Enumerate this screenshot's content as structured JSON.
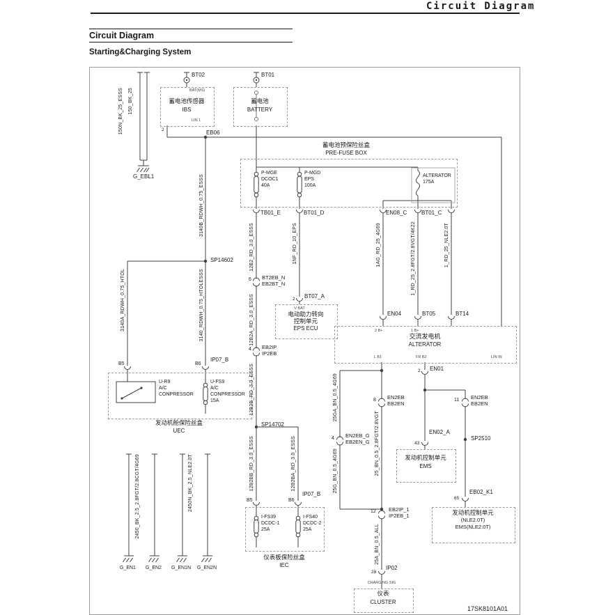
{
  "header": {
    "page_title": "Circuit Diagram",
    "section_title": "Circuit Diagram",
    "subsection_title": "Starting&Charging System"
  },
  "footer": {
    "doc_number": "17SK8101A01"
  },
  "colors": {
    "wire": "#3f3f3f",
    "box_border": "#8f9dac",
    "text": "#1a1a1a"
  },
  "boxes": {
    "ibs": {
      "cn": "蓄电池传感器",
      "en": "IBS",
      "pin_top": "BAT(MS)",
      "pin2": "2",
      "pin_lin": "LIN 1"
    },
    "battery": {
      "cn": "蓄电池",
      "en": "BATTERY"
    },
    "prefuse": {
      "cn": "蓄电池预保险丝盒",
      "en": "PRE-FUSE BOX"
    },
    "eps": {
      "pin": "V BAT",
      "l1": "电动助力转向",
      "l2": "控制单元",
      "l3": "EPS ECU"
    },
    "uec": {
      "cn": "发动机舱保险丝盒",
      "en": "UEC"
    },
    "alternator": {
      "cn": "交流发电机",
      "en": "ALTERATOR",
      "pin_2b": "2 B+",
      "pin_1b": "1 B+",
      "pin_l": "L B1",
      "pin_fr": "FR B2",
      "pin_lin": "LIN IN"
    },
    "ems": {
      "l1": "发动机控制单元",
      "l2": "EMS"
    },
    "ems_nle": {
      "l1": "发动机控制单元",
      "l2": "(NLE2.0T)",
      "l3": "EMS(NLE2.0T)"
    },
    "cluster": {
      "cn": "仪表",
      "en": "CLUSTER",
      "signal": "CHARGING SIG"
    },
    "iec": {
      "cn": "仪表板保险丝盒",
      "en": "IEC"
    }
  },
  "fuses": {
    "dcoc1": [
      "P-MGE",
      "DCOC1",
      "40A"
    ],
    "eps": [
      "P-MGD",
      "EPS",
      "100A"
    ],
    "alternator": [
      "ALTERATOR",
      "175A"
    ],
    "ur9": [
      "U-R9",
      "A/C",
      "CONPRESSOR"
    ],
    "ufs9": [
      "U-FS9",
      "A/C",
      "CONPRESSOR",
      "15A"
    ],
    "ifs39": [
      "I-FS39",
      "DCDC-1",
      "25A"
    ],
    "ifs40": [
      "I-FS40",
      "DCDC-2",
      "25A"
    ]
  },
  "connectors": {
    "bt02": "BT02",
    "bt01": "BT01",
    "eb06": "EB06",
    "tb01_e": "TB01_E",
    "bt01_d": "BT01_D",
    "en08_c": "EN08_C",
    "bt01_c": "BT01_C",
    "bt07_a": "BT07_A",
    "bt07_pin": "2",
    "en04": "EN04",
    "bt05": "BT05",
    "bt14": "BT14",
    "en01": "EN01",
    "en01_pin": "2",
    "en02_a": "EN02_A",
    "en02_pin": "43",
    "eb02_k1": "EB02_K1",
    "eb02_pin": "65",
    "ip02": "IP02",
    "ip02_pin": "28",
    "ip07_b_top": "IP07_B",
    "ip07_b_bottom": "IP07_B",
    "b5_uec": "B5",
    "b6_uec": "B6",
    "b5_iec": "B5",
    "b6_iec": "B6"
  },
  "nodes": {
    "n6": {
      "no": "6",
      "top": "BT2EB_N",
      "bottom": "EB2BT_N"
    },
    "n4ip": {
      "no": "4",
      "top": "EB2IP",
      "bottom": "IP2EB"
    },
    "n8": {
      "no": "8",
      "top": "EN2EB",
      "bottom": "EB2EN"
    },
    "n11": {
      "no": "11",
      "top": "EN2EB",
      "bottom": "EB2EN"
    },
    "n4g": {
      "no": "4",
      "top": "EN2EB_G",
      "bottom": "EB2EN_G"
    },
    "n12": {
      "no": "12",
      "top": "EB2IP_1",
      "bottom": "IP2EB_1"
    }
  },
  "splices": {
    "sp14602": "SP14602",
    "sp14702": "SP14702",
    "sp2510": "SP2510"
  },
  "wires": {
    "w150n": "150N_BK_25_ESSS",
    "w150": "150_BK_25",
    "w12b2": "12B2_RD_3.0_ESSS",
    "w1nf": "1NF_RD_10_EPS",
    "w1ag": "1AG_RD_25_4G69",
    "w1rd_28": "1_RD_25_2.8FGT/2.8VGT/4K22",
    "w1rd_nle": "1_RD_25_NLE2.0T",
    "w12b2a": "12B2A_RD_3.0_ESSS",
    "w12b2b": "12B2B_RD_3.0_ESSS",
    "w12b2bb": "12B2BB_RD_3.0_ESSS",
    "w12b2ba": "12B2BA_RD_3.0_ESSS",
    "w3140b": "3140B_RDWH_0.75_ESSS",
    "w3140a": "3140A_RDWH_0.75_HTOL",
    "w3140": "3140_RDWH_0.75_HTOLESSS",
    "w25ga": "25GA_BN_0.5_4G69",
    "w25bn": "25_BN_0.5_2.8FGT/2.8VGT",
    "w25g": "25G_BN_0.5_4G69",
    "w25a": "25A_BN_0.5_ALL",
    "w2450": "2450_BK_2.5_2.8FGT/2.8CGT/4G69",
    "w2450n": "2450N_BK_2.5_NLE2.0T"
  },
  "grounds": {
    "g_ebl1": "G_EBL1",
    "g_en1": "G_EN1",
    "g_en2": "G_EN2",
    "g_en1n": "G_EN1N",
    "g_en2n": "G_EN2N"
  }
}
